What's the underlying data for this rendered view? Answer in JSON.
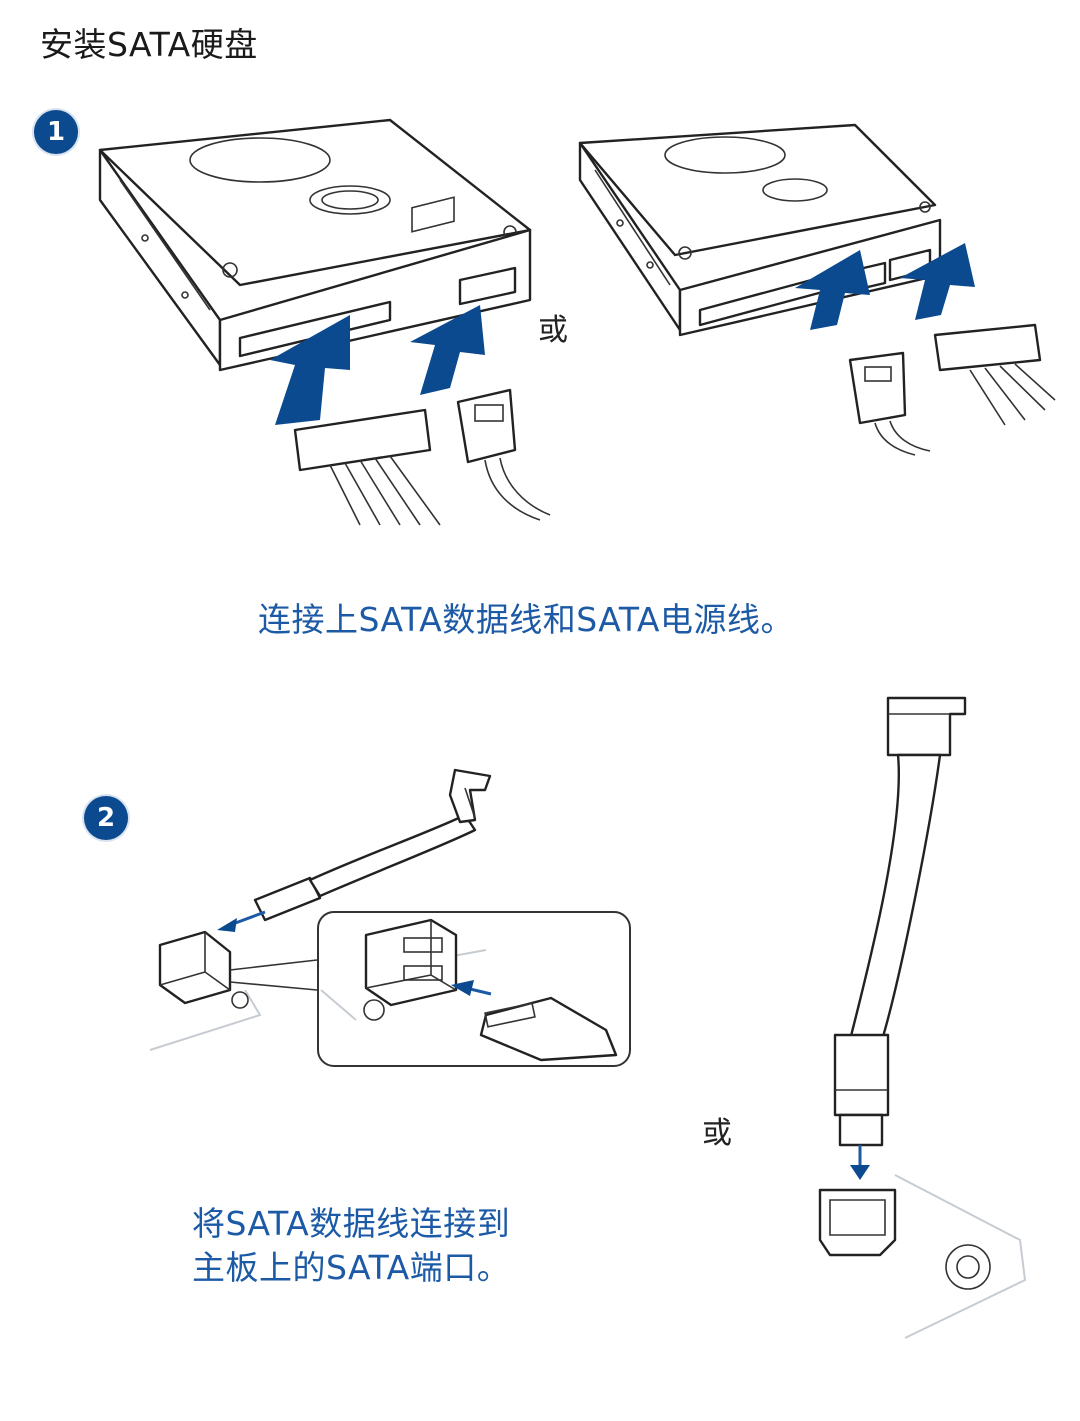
{
  "title": "安装SATA硬盘",
  "steps": [
    {
      "number": "1",
      "or_label": "或",
      "caption": "连接上SATA数据线和SATA电源线。"
    },
    {
      "number": "2",
      "or_label": "或",
      "caption_line1": "将SATA数据线连接到",
      "caption_line2": "主板上的SATA端口。"
    }
  ],
  "colors": {
    "accent": "#0b4a8f",
    "caption": "#1d5aa6",
    "line": "#222222"
  },
  "icons": [
    "hard-drive-icon",
    "sata-data-cable-icon",
    "sata-power-cable-icon",
    "molex-power-cable-icon",
    "motherboard-sata-port-icon",
    "insert-arrow-icon"
  ]
}
